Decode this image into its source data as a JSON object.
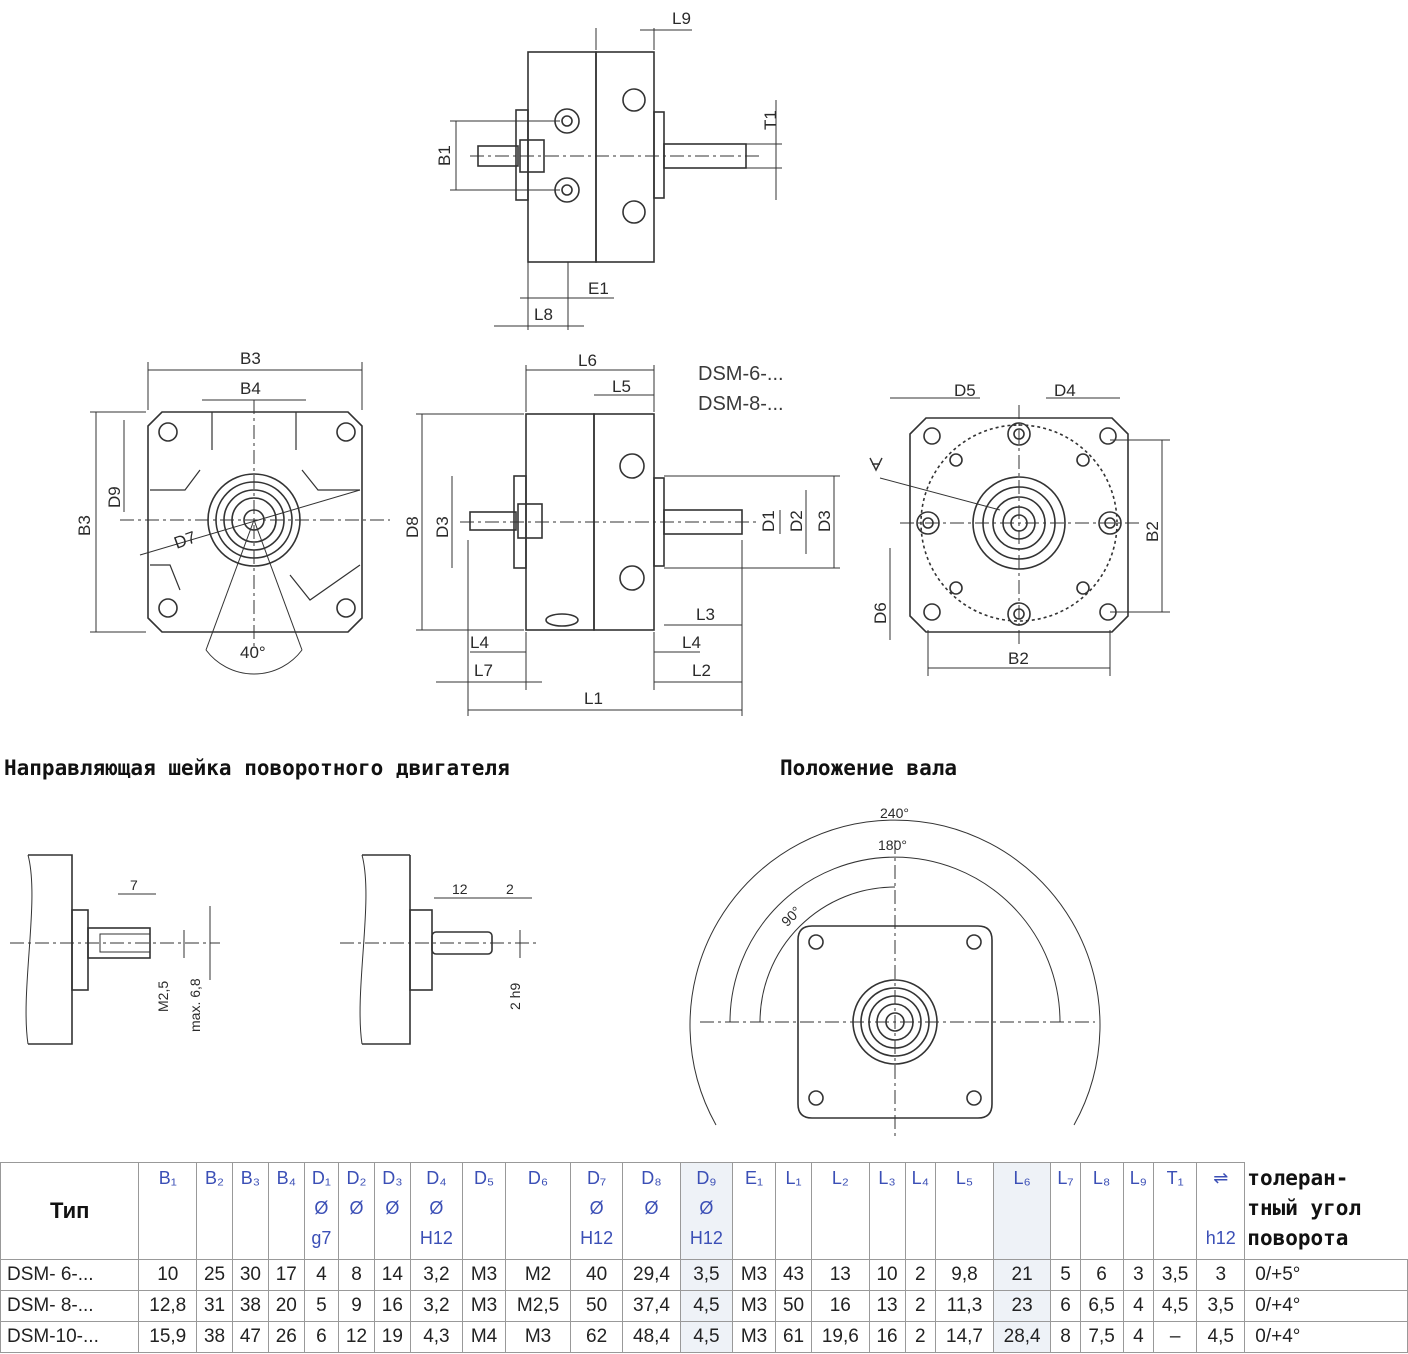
{
  "drawing_labels": {
    "top_view": {
      "l9": "L9",
      "t1": "T1",
      "b1": "B1",
      "e1": "E1",
      "l8": "L8"
    },
    "front_view": {
      "b3_top": "B3",
      "b4": "B4",
      "b3_side": "B3",
      "d9": "D9",
      "d7": "D7",
      "angle": "40°"
    },
    "side_view": {
      "l6": "L6",
      "l5": "L5",
      "d8": "D8",
      "d3_left": "D3",
      "d1": "D1",
      "d2": "D2",
      "d3_right": "D3",
      "l3": "L3",
      "l4_left": "L4",
      "l4_right": "L4",
      "l7": "L7",
      "l2": "L2",
      "l1": "L1"
    },
    "model_note": [
      "DSM-6-...",
      "DSM-8-..."
    ],
    "rear_view": {
      "d5": "D5",
      "d4": "D4",
      "b2_side": "B2",
      "b2_bottom": "B2",
      "d6": "D6"
    },
    "shaft_detail": {
      "dim7": "7",
      "m25": "M2,5",
      "max68": "max. 6,8",
      "dim12": "12",
      "dim2": "2",
      "h9": "2 h9"
    },
    "position": {
      "a240": "240°",
      "a180": "180°",
      "a90": "90°"
    }
  },
  "sections": {
    "guide_neck": "Направляющая шейка поворотного двигателя",
    "shaft_position": "Положение вала"
  },
  "table": {
    "type_header": "Тип",
    "tolerance_header": [
      "толеран-",
      "тный угол",
      "поворота"
    ],
    "columns": [
      {
        "name": "B₁",
        "sub": [
          "",
          ""
        ]
      },
      {
        "name": "B₂",
        "sub": [
          "",
          ""
        ]
      },
      {
        "name": "B₃",
        "sub": [
          "",
          ""
        ]
      },
      {
        "name": "B₄",
        "sub": [
          "",
          ""
        ]
      },
      {
        "name": "D₁",
        "sub": [
          "Ø",
          "g7"
        ]
      },
      {
        "name": "D₂",
        "sub": [
          "Ø",
          ""
        ]
      },
      {
        "name": "D₃",
        "sub": [
          "Ø",
          ""
        ]
      },
      {
        "name": "D₄",
        "sub": [
          "Ø",
          "H12"
        ]
      },
      {
        "name": "D₅",
        "sub": [
          "",
          ""
        ]
      },
      {
        "name": "D₆",
        "sub": [
          "",
          ""
        ]
      },
      {
        "name": "D₇",
        "sub": [
          "Ø",
          "H12"
        ]
      },
      {
        "name": "D₈",
        "sub": [
          "Ø",
          ""
        ]
      },
      {
        "name": "D₉",
        "sub": [
          "Ø",
          "H12"
        ]
      },
      {
        "name": "E₁",
        "sub": [
          "",
          ""
        ]
      },
      {
        "name": "L₁",
        "sub": [
          "",
          ""
        ]
      },
      {
        "name": "L₂",
        "sub": [
          "",
          ""
        ]
      },
      {
        "name": "L₃",
        "sub": [
          "",
          ""
        ]
      },
      {
        "name": "L₄",
        "sub": [
          "",
          ""
        ]
      },
      {
        "name": "L₅",
        "sub": [
          "",
          ""
        ]
      },
      {
        "name": "L₆",
        "sub": [
          "",
          ""
        ]
      },
      {
        "name": "L₇",
        "sub": [
          "",
          ""
        ]
      },
      {
        "name": "L₈",
        "sub": [
          "",
          ""
        ]
      },
      {
        "name": "L₉",
        "sub": [
          "",
          ""
        ]
      },
      {
        "name": "T₁",
        "sub": [
          "",
          ""
        ]
      },
      {
        "name": "⇌",
        "sub": [
          "",
          "h12"
        ]
      }
    ],
    "rows": [
      {
        "type": "DSM- 6-...",
        "values": [
          "10",
          "25",
          "30",
          "17",
          "4",
          "8",
          "14",
          "3,2",
          "M3",
          "M2",
          "40",
          "29,4",
          "3,5",
          "M3",
          "43",
          "13",
          "10",
          "2",
          "9,8",
          "21",
          "5",
          "6",
          "3",
          "3,5",
          "3"
        ],
        "tolerance": "0/+5°"
      },
      {
        "type": "DSM- 8-...",
        "values": [
          "12,8",
          "31",
          "38",
          "20",
          "5",
          "9",
          "16",
          "3,2",
          "M3",
          "M2,5",
          "50",
          "37,4",
          "4,5",
          "M3",
          "50",
          "16",
          "13",
          "2",
          "11,3",
          "23",
          "6",
          "6,5",
          "4",
          "4,5",
          "3,5"
        ],
        "tolerance": "0/+4°"
      },
      {
        "type": "DSM-10-...",
        "values": [
          "15,9",
          "38",
          "47",
          "26",
          "6",
          "12",
          "19",
          "4,3",
          "M4",
          "M3",
          "62",
          "48,4",
          "4,5",
          "M3",
          "61",
          "19,6",
          "16",
          "2",
          "14,7",
          "28,4",
          "8",
          "7,5",
          "4",
          "–",
          "4,5"
        ],
        "tolerance": "0/+4°"
      }
    ]
  }
}
